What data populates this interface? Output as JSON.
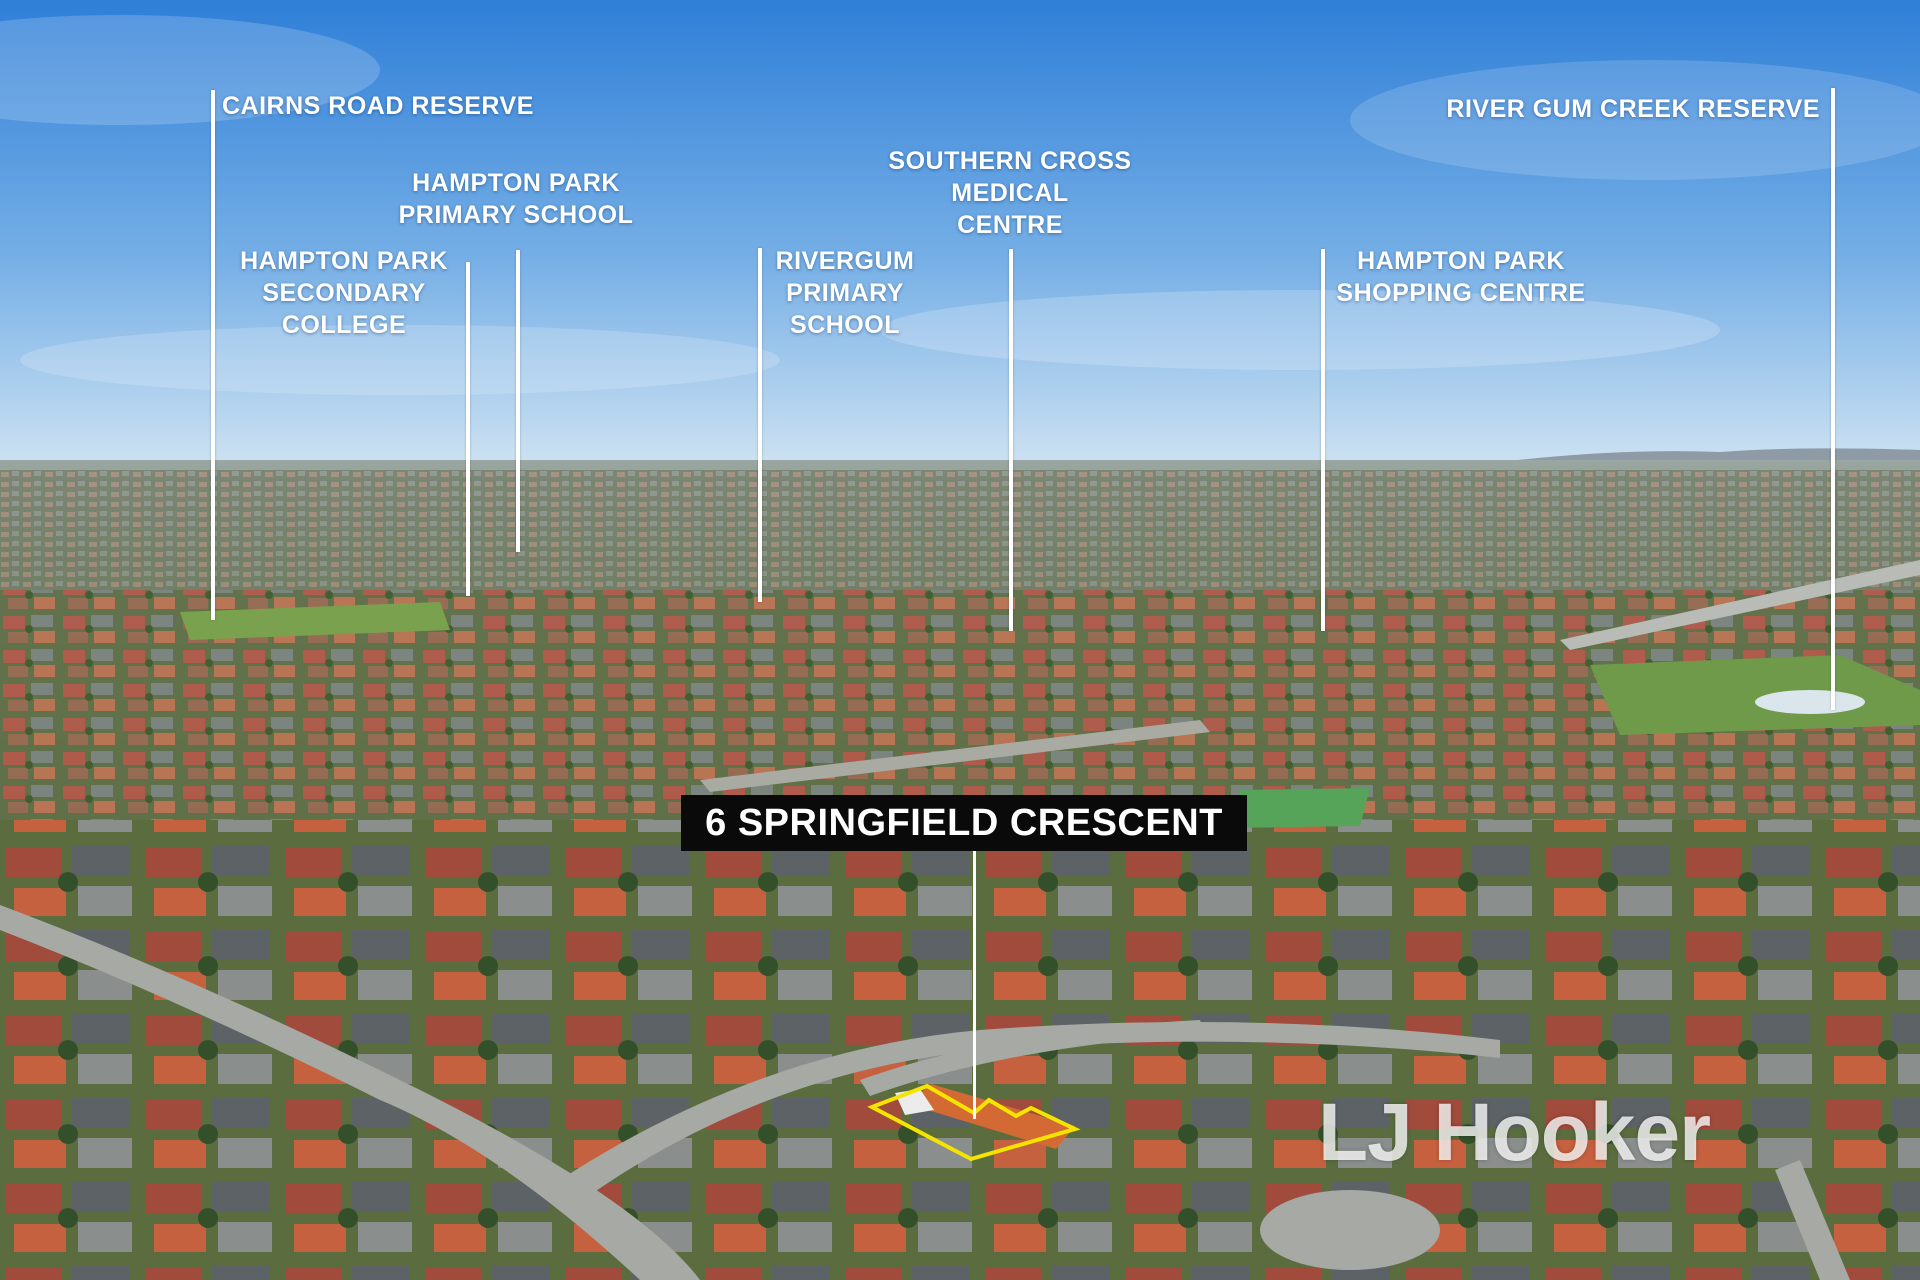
{
  "points_of_interest": [
    {
      "label": "CAIRNS ROAD RESERVE"
    },
    {
      "label": "HAMPTON PARK\nPRIMARY SCHOOL"
    },
    {
      "label": "HAMPTON PARK\nSECONDARY\nCOLLEGE"
    },
    {
      "label": "RIVERGUM\nPRIMARY\nSCHOOL"
    },
    {
      "label": "SOUTHERN CROSS\nMEDICAL\nCENTRE"
    },
    {
      "label": "HAMPTON PARK\nSHOPPING CENTRE"
    },
    {
      "label": "RIVER GUM CREEK RESERVE"
    }
  ],
  "property": {
    "address": "6 SPRINGFIELD CRESCENT",
    "outline_color": "#f5e400"
  },
  "watermark": {
    "brand": "LJ Hooker"
  },
  "colors": {
    "sky_top": "#2f7fd8",
    "sky_horizon": "#cfe3f2",
    "label_text": "#ffffff",
    "tag_background": "#0a0a0a"
  }
}
